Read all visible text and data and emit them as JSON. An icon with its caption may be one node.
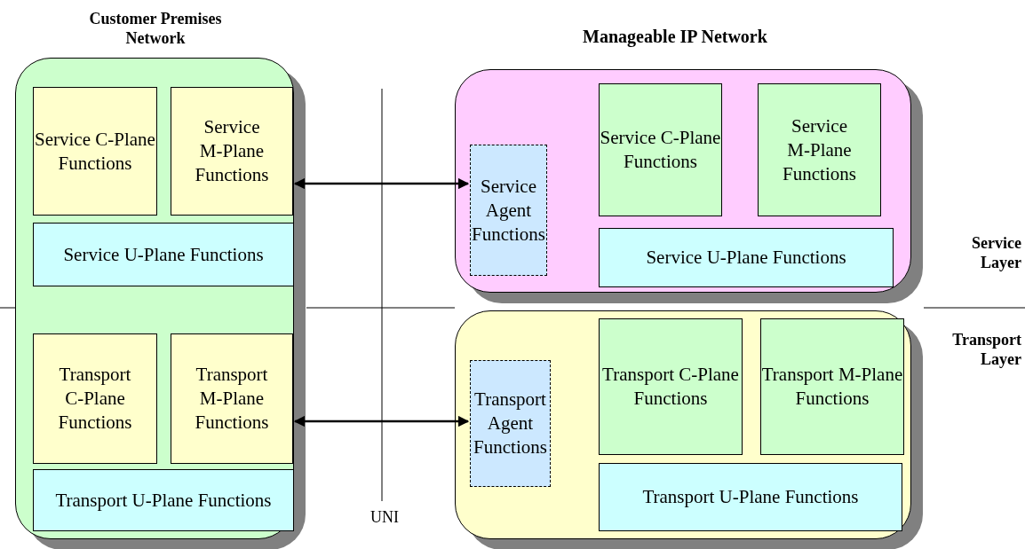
{
  "diagram": {
    "nodes": [
      {
        "text": [
          "Customer Premises Network"
        ]
      },
      {
        "text": [
          "Service C-Plane Functions"
        ],
        "in": 0
      },
      {
        "text": [
          "Service M-Plane Functions"
        ],
        "in": 0
      },
      {
        "text": [
          "Service U-Plane Functions"
        ],
        "in": 0
      },
      {
        "text": [
          "Transport C-Plane Functions"
        ],
        "in": 0
      },
      {
        "text": [
          "Transport M-Plane Functions"
        ],
        "in": 0
      },
      {
        "text": [
          "Transport U-Plane Functions"
        ],
        "in": 0
      },
      {
        "text": [],
        "shape": "box"
      },
      {
        "text": [
          "Service Agent Functions"
        ],
        "in": 7
      },
      {
        "text": [
          "Service C-Plane Functions"
        ],
        "in": 7
      },
      {
        "text": [
          "Service M-Plane Functions"
        ],
        "in": 7
      },
      {
        "text": [
          "Service U-Plane Functions"
        ],
        "in": 7
      },
      {
        "text": [],
        "shape": "box"
      },
      {
        "text": [
          "Transport Agent Functions"
        ],
        "in": 12
      },
      {
        "text": [
          "Transport C-Plane Functions"
        ],
        "in": 12
      },
      {
        "text": [
          "Transport M-Plane Functions"
        ],
        "in": 12
      },
      {
        "text": [
          "Transport U-Plane Functions"
        ],
        "in": 12
      }
    ],
    "edges": [
      {
        "from": 0,
        "to": 8,
        "arrow": "both"
      },
      {
        "from": 0,
        "to": 13,
        "arrow": "both"
      }
    ],
    "labels": [
      "Manageable IP Network",
      "Service Layer",
      "Transport Layer",
      "UNI"
    ]
  }
}
